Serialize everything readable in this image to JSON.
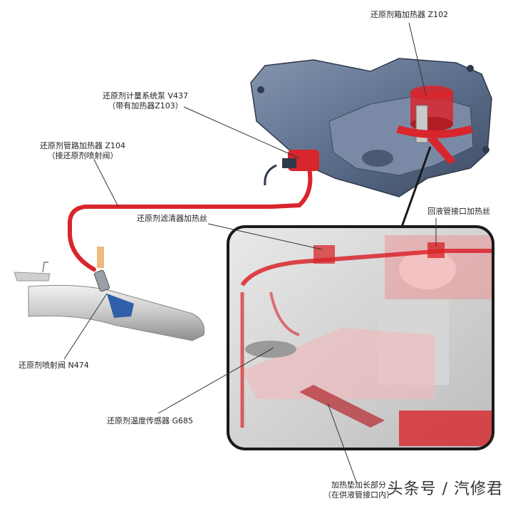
{
  "labels": {
    "tank_heater": "还原剂箱加热器 Z102",
    "dosing_pump": "还原剂计量系统泵 V437",
    "dosing_pump_sub": "（带有加热器Z103）",
    "line_heater": "还原剂管路加热器 Z104",
    "line_heater_sub": "（接还原剂喷射阀）",
    "filter_heater": "还原剂滤清器加热丝",
    "return_heater": "回液管接口加热丝",
    "injector": "还原剂喷射阀 N474",
    "temp_sensor": "还原剂温度传感器 G685",
    "pad_heater": "加热垫加长部分",
    "pad_heater_sub": "（在供液管接口内）"
  },
  "watermark": "头条号 / 汽修君",
  "colors": {
    "heater_red": "#d8262b",
    "tank_blue": "#5d6f8c",
    "injector_blue": "#2f5fa8",
    "leader_line": "#333333"
  }
}
